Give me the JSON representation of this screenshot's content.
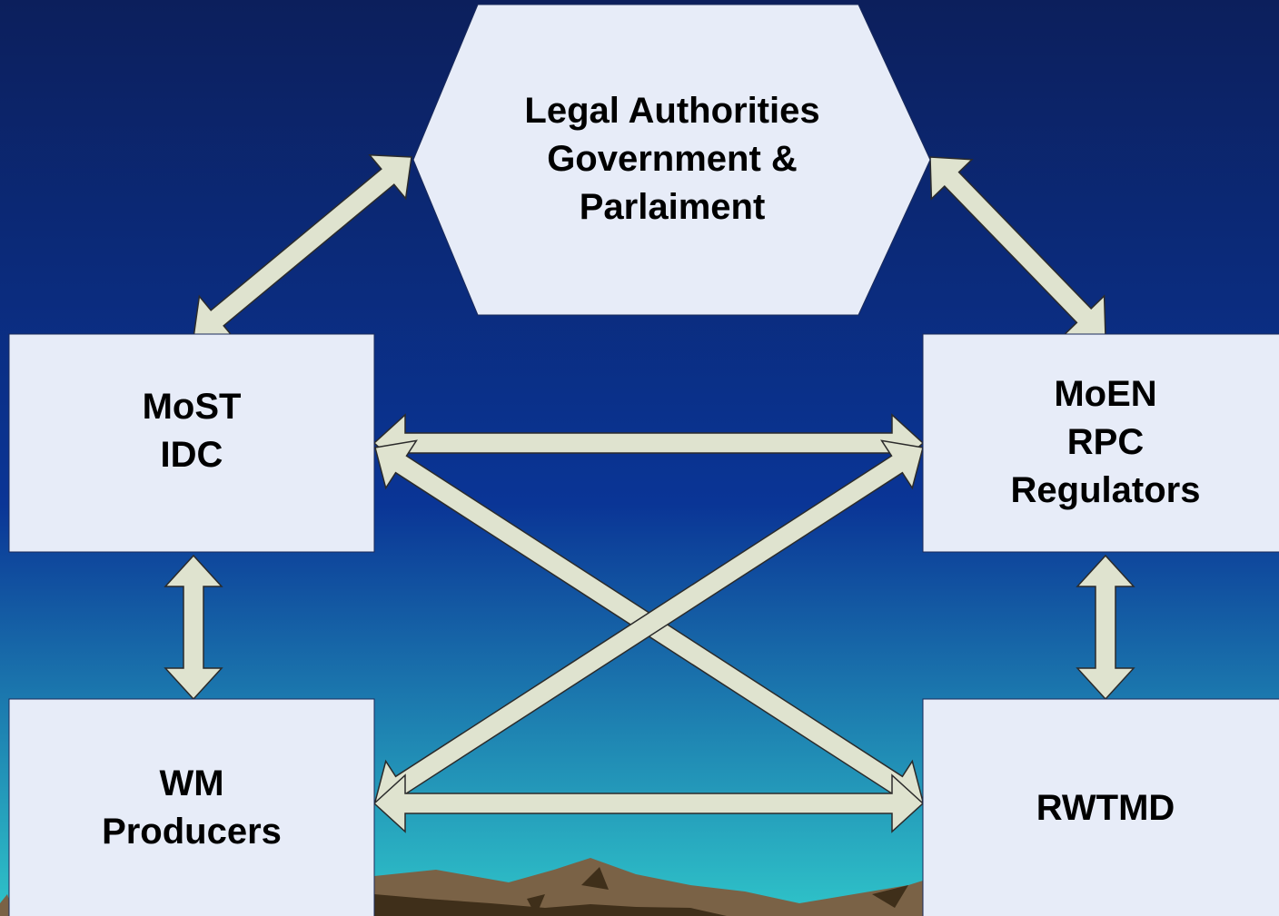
{
  "colors": {
    "sky_top": "#0c1f5c",
    "sky_mid": "#0a3596",
    "sky_horizon": "#2fc4c9",
    "node_fill": "#e7ecf8",
    "node_stroke": "#1a2a5a",
    "arrow_fill": "#dfe3cf",
    "arrow_stroke": "#2b2b2b",
    "mountain": "#7a6246",
    "mountain_shadow": "#3f2f1a"
  },
  "nodes": {
    "legal": {
      "lines": [
        "Legal Authorities",
        "Government &",
        "Parlaiment"
      ]
    },
    "most": {
      "lines": [
        "MoST",
        "IDC"
      ]
    },
    "moen": {
      "lines": [
        "MoEN",
        "RPC",
        "Regulators"
      ]
    },
    "wm": {
      "lines": [
        "WM",
        "Producers"
      ]
    },
    "rwtmd": {
      "lines": [
        "RWTMD"
      ]
    }
  },
  "connections": [
    {
      "from": "most",
      "to": "legal"
    },
    {
      "from": "moen",
      "to": "legal"
    },
    {
      "from": "most",
      "to": "moen"
    },
    {
      "from": "most",
      "to": "rwtmd"
    },
    {
      "from": "wm",
      "to": "moen"
    },
    {
      "from": "wm",
      "to": "rwtmd"
    },
    {
      "from": "most",
      "to": "wm"
    },
    {
      "from": "moen",
      "to": "rwtmd"
    }
  ]
}
